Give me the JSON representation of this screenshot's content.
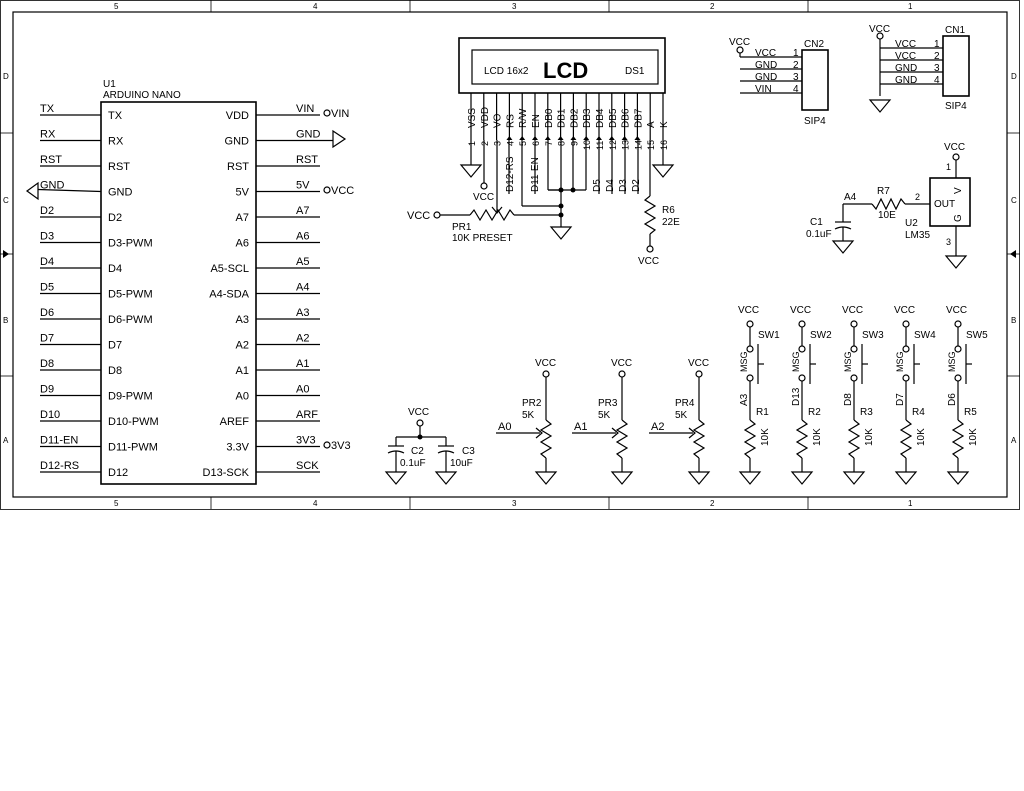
{
  "border": {
    "cols_top": [
      "5",
      "4",
      "3",
      "2",
      "1"
    ],
    "cols_bottom": [
      "5",
      "4",
      "3",
      "2",
      "1"
    ],
    "rows_left": [
      "D",
      "C",
      "B",
      "A"
    ],
    "rows_right": [
      "D",
      "C",
      "B",
      "A"
    ]
  },
  "u1": {
    "ref": "U1",
    "name": "ARDUINO NANO",
    "left_pins": [
      "TX",
      "RX",
      "RST",
      "GND",
      "D2",
      "D3-PWM",
      "D4",
      "D5-PWM",
      "D6-PWM",
      "D7",
      "D8",
      "D9-PWM",
      "D10-PWM",
      "D11-PWM",
      "D12"
    ],
    "left_nets": [
      "TX",
      "RX",
      "RST",
      "GND",
      "D2",
      "D3",
      "D4",
      "D5",
      "D6",
      "D7",
      "D8",
      "D9",
      "D10",
      "D11-EN",
      "D12-RS"
    ],
    "right_pins": [
      "VDD",
      "GND",
      "RST",
      "5V",
      "A7",
      "A6",
      "A5-SCL",
      "A4-SDA",
      "A3",
      "A2",
      "A1",
      "A0",
      "AREF",
      "3.3V",
      "D13-SCK"
    ],
    "right_nets": [
      "VIN",
      "GND",
      "RST",
      "5V",
      "A7",
      "A6",
      "A5",
      "A4",
      "A3",
      "A2",
      "A1",
      "A0",
      "ARF",
      "3V3",
      "SCK"
    ],
    "ports": {
      "vin": "VIN",
      "vcc": "VCC",
      "v33": "3V3"
    }
  },
  "lcd": {
    "big": "LCD",
    "model": "LCD 16x2",
    "ref": "DS1",
    "pins": [
      "VSS",
      "VDD",
      "VO",
      "RS",
      "R/W",
      "EN",
      "DB0",
      "DB1",
      "DB2",
      "DB3",
      "DB4",
      "DB5",
      "DB6",
      "DB7",
      "A",
      "K"
    ],
    "nums": [
      "1",
      "2",
      "3",
      "4",
      "5",
      "6",
      "7",
      "8",
      "9",
      "10",
      "11",
      "12",
      "13",
      "14",
      "15",
      "16"
    ],
    "net_rs": "D12-RS",
    "net_en": "D11-EN",
    "data_nets": [
      "D5",
      "D4",
      "D3",
      "D2"
    ],
    "vcc": "VCC",
    "pr1": {
      "ref": "PR1",
      "val": "10K PRESET",
      "vcc": "VCC"
    },
    "r6": {
      "ref": "R6",
      "val": "22E",
      "vcc": "VCC"
    }
  },
  "cn2": {
    "ref": "CN2",
    "type": "SIP4",
    "pins": [
      "VCC",
      "GND",
      "GND",
      "VIN"
    ],
    "nums": [
      "1",
      "2",
      "3",
      "4"
    ],
    "vcc": "VCC"
  },
  "cn1": {
    "ref": "CN1",
    "type": "SIP4",
    "pins": [
      "VCC",
      "VCC",
      "GND",
      "GND"
    ],
    "nums": [
      "1",
      "2",
      "3",
      "4"
    ],
    "vcc": "VCC"
  },
  "lm35": {
    "ref": "U2",
    "name": "LM35",
    "vcc": "VCC",
    "pins": [
      "V",
      "OUT",
      "G"
    ],
    "nums": [
      "1",
      "2",
      "3"
    ],
    "r7": {
      "ref": "R7",
      "val": "10E"
    },
    "c1": {
      "ref": "C1",
      "val": "0.1uF"
    },
    "net": "A4"
  },
  "caps": {
    "vcc": "VCC",
    "c2": {
      "ref": "C2",
      "val": "0.1uF"
    },
    "c3": {
      "ref": "C3",
      "val": "10uF"
    }
  },
  "pots": [
    {
      "ref": "PR2",
      "val": "5K",
      "net": "A0",
      "vcc": "VCC"
    },
    {
      "ref": "PR3",
      "val": "5K",
      "net": "A1",
      "vcc": "VCC"
    },
    {
      "ref": "PR4",
      "val": "5K",
      "net": "A2",
      "vcc": "VCC"
    }
  ],
  "switches": [
    {
      "sw": "SW1",
      "r": "R1",
      "net": "A3",
      "vcc": "VCC",
      "val": "10K",
      "type": "MSG"
    },
    {
      "sw": "SW2",
      "r": "R2",
      "net": "D13",
      "vcc": "VCC",
      "val": "10K",
      "type": "MSG"
    },
    {
      "sw": "SW3",
      "r": "R3",
      "net": "D8",
      "vcc": "VCC",
      "val": "10K",
      "type": "MSG"
    },
    {
      "sw": "SW4",
      "r": "R4",
      "net": "D7",
      "vcc": "VCC",
      "val": "10K",
      "type": "MSG"
    },
    {
      "sw": "SW5",
      "r": "R5",
      "net": "D6",
      "vcc": "VCC",
      "val": "10K",
      "type": "MSG"
    }
  ]
}
